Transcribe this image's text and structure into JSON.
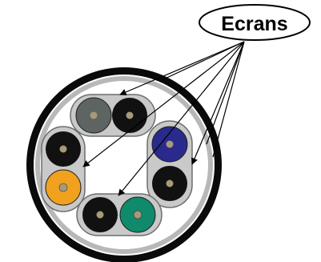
{
  "callout": {
    "label": "Ecrans"
  },
  "colors": {
    "outer_sheath": "#0a0a0a",
    "shield_ring": "#b8b8b8",
    "pair_screen": "#c9c9c9",
    "screen_outline": "#6e6e6e",
    "conductor_black": "#111111",
    "conductor_gray": "#5d6462",
    "conductor_blue": "#2a2a8c",
    "conductor_orange": "#f0a21e",
    "conductor_green": "#0f8a6a",
    "core_dot": "#a89a78"
  },
  "pairs": [
    {
      "name": "pair-top",
      "conductors": [
        "gray",
        "black"
      ]
    },
    {
      "name": "pair-left",
      "conductors": [
        "black",
        "orange"
      ]
    },
    {
      "name": "pair-right",
      "conductors": [
        "blue",
        "black"
      ]
    },
    {
      "name": "pair-bottom",
      "conductors": [
        "black",
        "green"
      ]
    }
  ]
}
